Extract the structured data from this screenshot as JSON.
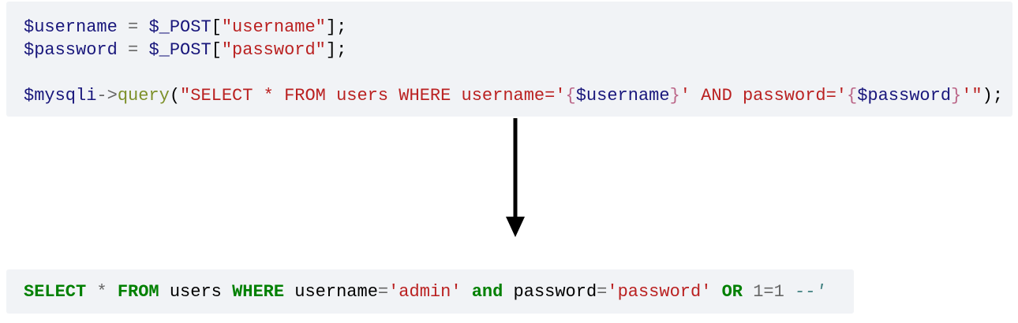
{
  "colors": {
    "page_background": "#ffffff",
    "code_background": "#f1f3f6",
    "variable": "#19177C",
    "operator": "#666666",
    "string": "#BA2121",
    "interpolation_brace": "#BB6688",
    "method": "#7D9029",
    "keyword": "#008000",
    "number": "#666666",
    "comment": "#408080",
    "plain_text": "#000000",
    "arrow": "#000000"
  },
  "php_block": {
    "language": "php",
    "lines": [
      {
        "tokens": [
          {
            "t": "$username",
            "c": "var"
          },
          {
            "t": " ",
            "c": "plain"
          },
          {
            "t": "=",
            "c": "op"
          },
          {
            "t": " ",
            "c": "plain"
          },
          {
            "t": "$_POST",
            "c": "var"
          },
          {
            "t": "[",
            "c": "plain"
          },
          {
            "t": "\"username\"",
            "c": "str"
          },
          {
            "t": "]",
            "c": "plain"
          },
          {
            "t": ";",
            "c": "plain"
          }
        ]
      },
      {
        "tokens": [
          {
            "t": "$password",
            "c": "var"
          },
          {
            "t": " ",
            "c": "plain"
          },
          {
            "t": "=",
            "c": "op"
          },
          {
            "t": " ",
            "c": "plain"
          },
          {
            "t": "$_POST",
            "c": "var"
          },
          {
            "t": "[",
            "c": "plain"
          },
          {
            "t": "\"password\"",
            "c": "str"
          },
          {
            "t": "]",
            "c": "plain"
          },
          {
            "t": ";",
            "c": "plain"
          }
        ]
      },
      {
        "tokens": []
      },
      {
        "tokens": [
          {
            "t": "$mysqli",
            "c": "var"
          },
          {
            "t": "->",
            "c": "op"
          },
          {
            "t": "query",
            "c": "func"
          },
          {
            "t": "(",
            "c": "plain"
          },
          {
            "t": "\"SELECT * FROM users WHERE username='",
            "c": "str"
          },
          {
            "t": "{",
            "c": "interp"
          },
          {
            "t": "$username",
            "c": "var"
          },
          {
            "t": "}",
            "c": "interp"
          },
          {
            "t": "' AND password='",
            "c": "str"
          },
          {
            "t": "{",
            "c": "interp"
          },
          {
            "t": "$password",
            "c": "var"
          },
          {
            "t": "}",
            "c": "interp"
          },
          {
            "t": "'\"",
            "c": "str"
          },
          {
            "t": ");",
            "c": "plain"
          }
        ]
      }
    ]
  },
  "sql_block": {
    "language": "sql",
    "lines": [
      {
        "tokens": [
          {
            "t": "SELECT",
            "c": "kw"
          },
          {
            "t": " ",
            "c": "plain"
          },
          {
            "t": "*",
            "c": "op"
          },
          {
            "t": " ",
            "c": "plain"
          },
          {
            "t": "FROM",
            "c": "kw"
          },
          {
            "t": " users ",
            "c": "plain"
          },
          {
            "t": "WHERE",
            "c": "kw"
          },
          {
            "t": " username",
            "c": "plain"
          },
          {
            "t": "=",
            "c": "op"
          },
          {
            "t": "'admin'",
            "c": "str"
          },
          {
            "t": " ",
            "c": "plain"
          },
          {
            "t": "and",
            "c": "kw"
          },
          {
            "t": " password",
            "c": "plain"
          },
          {
            "t": "=",
            "c": "op"
          },
          {
            "t": "'password'",
            "c": "str"
          },
          {
            "t": " ",
            "c": "plain"
          },
          {
            "t": "OR",
            "c": "kw"
          },
          {
            "t": " ",
            "c": "plain"
          },
          {
            "t": "1",
            "c": "num"
          },
          {
            "t": "=",
            "c": "op"
          },
          {
            "t": "1",
            "c": "num"
          },
          {
            "t": " ",
            "c": "plain"
          },
          {
            "t": "--'",
            "c": "comment"
          }
        ]
      }
    ]
  },
  "arrow": {
    "direction": "down"
  }
}
